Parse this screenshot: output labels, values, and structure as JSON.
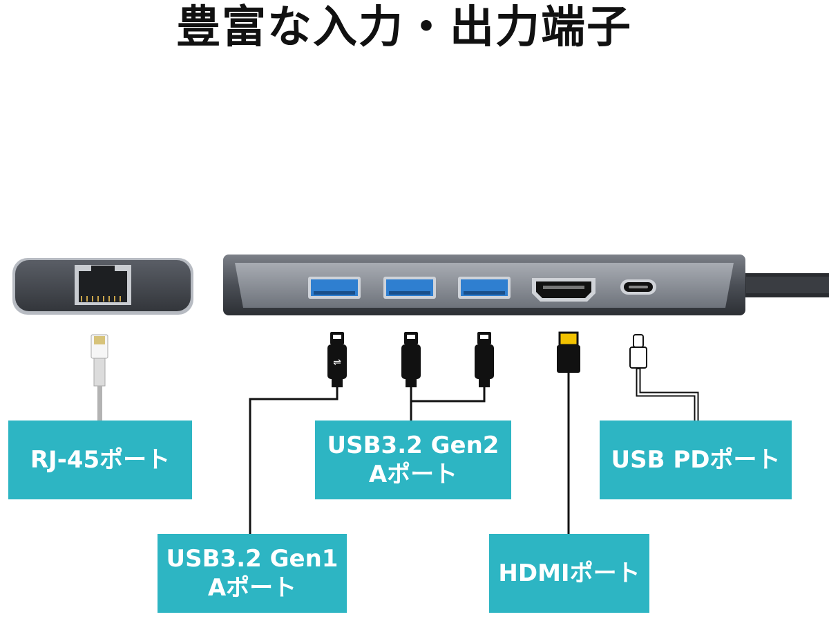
{
  "title": "豊富な入力・出力端子",
  "labels": {
    "rj45": "RJ-45ポート",
    "usb_gen2_line1": "USB3.2 Gen2",
    "usb_gen2_line2": "Aポート",
    "usb_pd": "USB PDポート",
    "usb_gen1_line1": "USB3.2 Gen1",
    "usb_gen1_line2": "Aポート",
    "hdmi": "HDMIポート"
  },
  "colors": {
    "label_bg": "#2db5c3",
    "hub_body": "#4b4f56",
    "usb_port_blue": "#2f7fd0",
    "hdmi_plug_yellow": "#f2c200",
    "cable_black": "#111111"
  }
}
